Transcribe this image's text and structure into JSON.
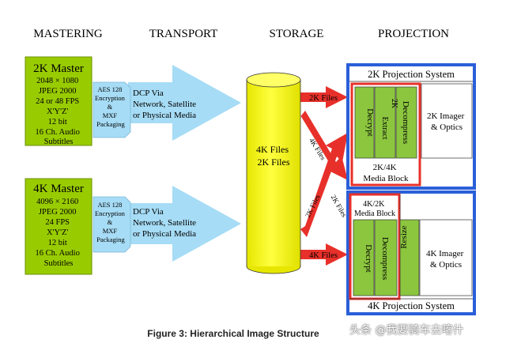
{
  "columns": {
    "mastering": "MASTERING",
    "transport": "TRANSPORT",
    "storage": "STORAGE",
    "projection": "PROJECTION"
  },
  "master_2k": {
    "title": "2K Master",
    "lines": [
      "2048 × 1080",
      "JPEG 2000",
      "24 or 48 FPS",
      "X'Y'Z'",
      "12 bit",
      "16 Ch. Audio",
      "Subtitles"
    ]
  },
  "master_4k": {
    "title": "4K Master",
    "lines": [
      "4096 × 2160",
      "JPEG 2000",
      "24 FPS",
      "X'Y'Z'",
      "12 bit",
      "16 Ch. Audio",
      "Subtitles"
    ]
  },
  "packaging": {
    "lines": [
      "AES 128",
      "Encryption",
      "&",
      "MXF",
      "Packaging"
    ]
  },
  "transport_arrow": {
    "lines": [
      "DCP Via",
      "Network, Satellite",
      "or Physical Media"
    ]
  },
  "storage": {
    "lines": [
      "4K Files",
      "2K Files"
    ]
  },
  "flow_labels": {
    "top_2k": "2K Files",
    "cross_4k": "4K Files",
    "cross_2k": "2K Files",
    "bottom_4k": "4K Files"
  },
  "proj_2k": {
    "title": "2K Projection System",
    "decrypt": "Decrypt",
    "extract": "Extract",
    "extract_2k": "2K",
    "decompress": "Decompress",
    "imager": [
      "2K Imager",
      "& Optics"
    ],
    "media_block": [
      "2K/4K",
      "Media Block"
    ]
  },
  "proj_4k": {
    "title": "4K Projection System",
    "media_block": [
      "4K/2K",
      "Media Block"
    ],
    "decrypt": "Decrypt",
    "decompress": "Decompress",
    "resize": "Resize",
    "imager": [
      "4K Imager",
      "& Optics"
    ]
  },
  "caption": "Figure 3: Hierarchical Image Structure",
  "watermark": "头条 @我要骑车去喀什",
  "colors": {
    "master_fill": "#99cc00",
    "arrow_fill": "#a6dcf5",
    "cylinder_fill": "#ffff33",
    "red": "#e8302a",
    "blue": "#2a5fd8",
    "green": "#8cc63f"
  }
}
